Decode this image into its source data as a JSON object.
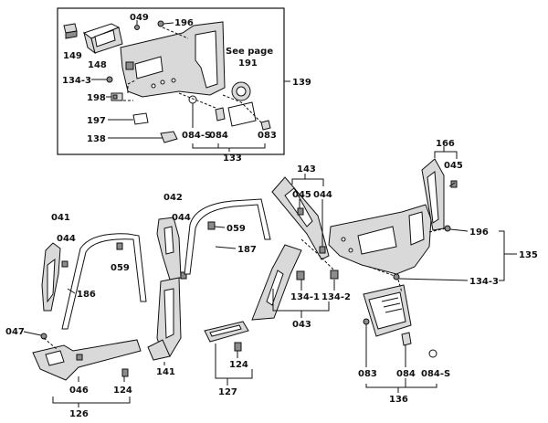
{
  "labels": {
    "c049": "049",
    "c196_top": "196",
    "c149": "149",
    "c148": "148",
    "c134_3_top": "134-3",
    "c198": "198",
    "c197": "197",
    "c138": "138",
    "see_page": "See page",
    "see_page_num": "191",
    "c139": "139",
    "c084s_top": "084-S",
    "c084_top": "084",
    "c083_top": "083",
    "c133": "133",
    "c166": "166",
    "c045_r": "045",
    "c143": "143",
    "c045_m": "045",
    "c044_m": "044",
    "c041": "041",
    "c044_l": "044",
    "c042": "042",
    "c044_c": "044",
    "c059_c": "059",
    "c187": "187",
    "c059_l": "059",
    "c196_r": "196",
    "c135": "135",
    "c134_3_r": "134-3",
    "c186": "186",
    "c134_1": "134-1",
    "c134_2": "134-2",
    "c043": "043",
    "c047": "047",
    "c141": "141",
    "c124_m": "124",
    "c083_r": "083",
    "c084_r": "084",
    "c084s_r": "084-S",
    "c046": "046",
    "c124_l": "124",
    "c127": "127",
    "c136": "136",
    "c126": "126"
  }
}
